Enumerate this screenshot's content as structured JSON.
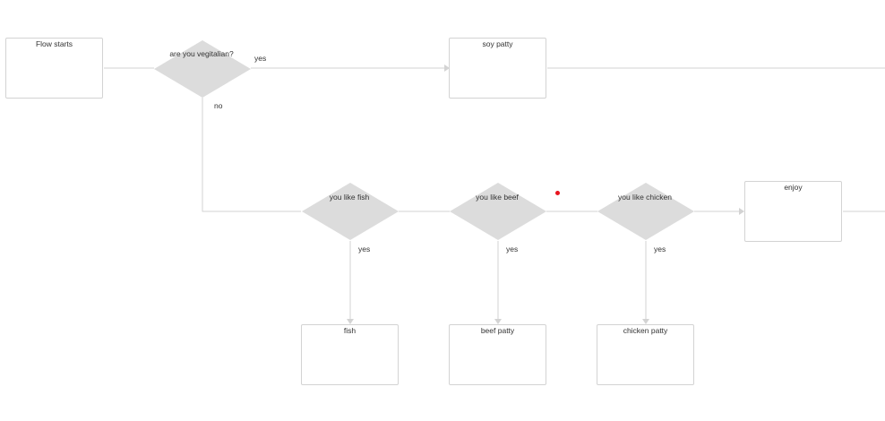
{
  "nodes": {
    "start": "Flow starts",
    "soy": "soy patty",
    "enjoy": "enjoy",
    "fish": "fish",
    "beef": "beef patty",
    "chicken": "chicken patty"
  },
  "decisions": {
    "vegetarian": "are you vegitalian?",
    "fish": "you like fish",
    "beef": "you like beef",
    "chicken": "you like chicken"
  },
  "edges": {
    "veg_yes": "yes",
    "veg_no": "no",
    "fish_yes": "yes",
    "beef_yes": "yes",
    "chicken_yes": "yes"
  },
  "colors": {
    "diamond_fill": "#dcdcdc",
    "line": "#d3d3d3",
    "marker": "#e8141f"
  }
}
